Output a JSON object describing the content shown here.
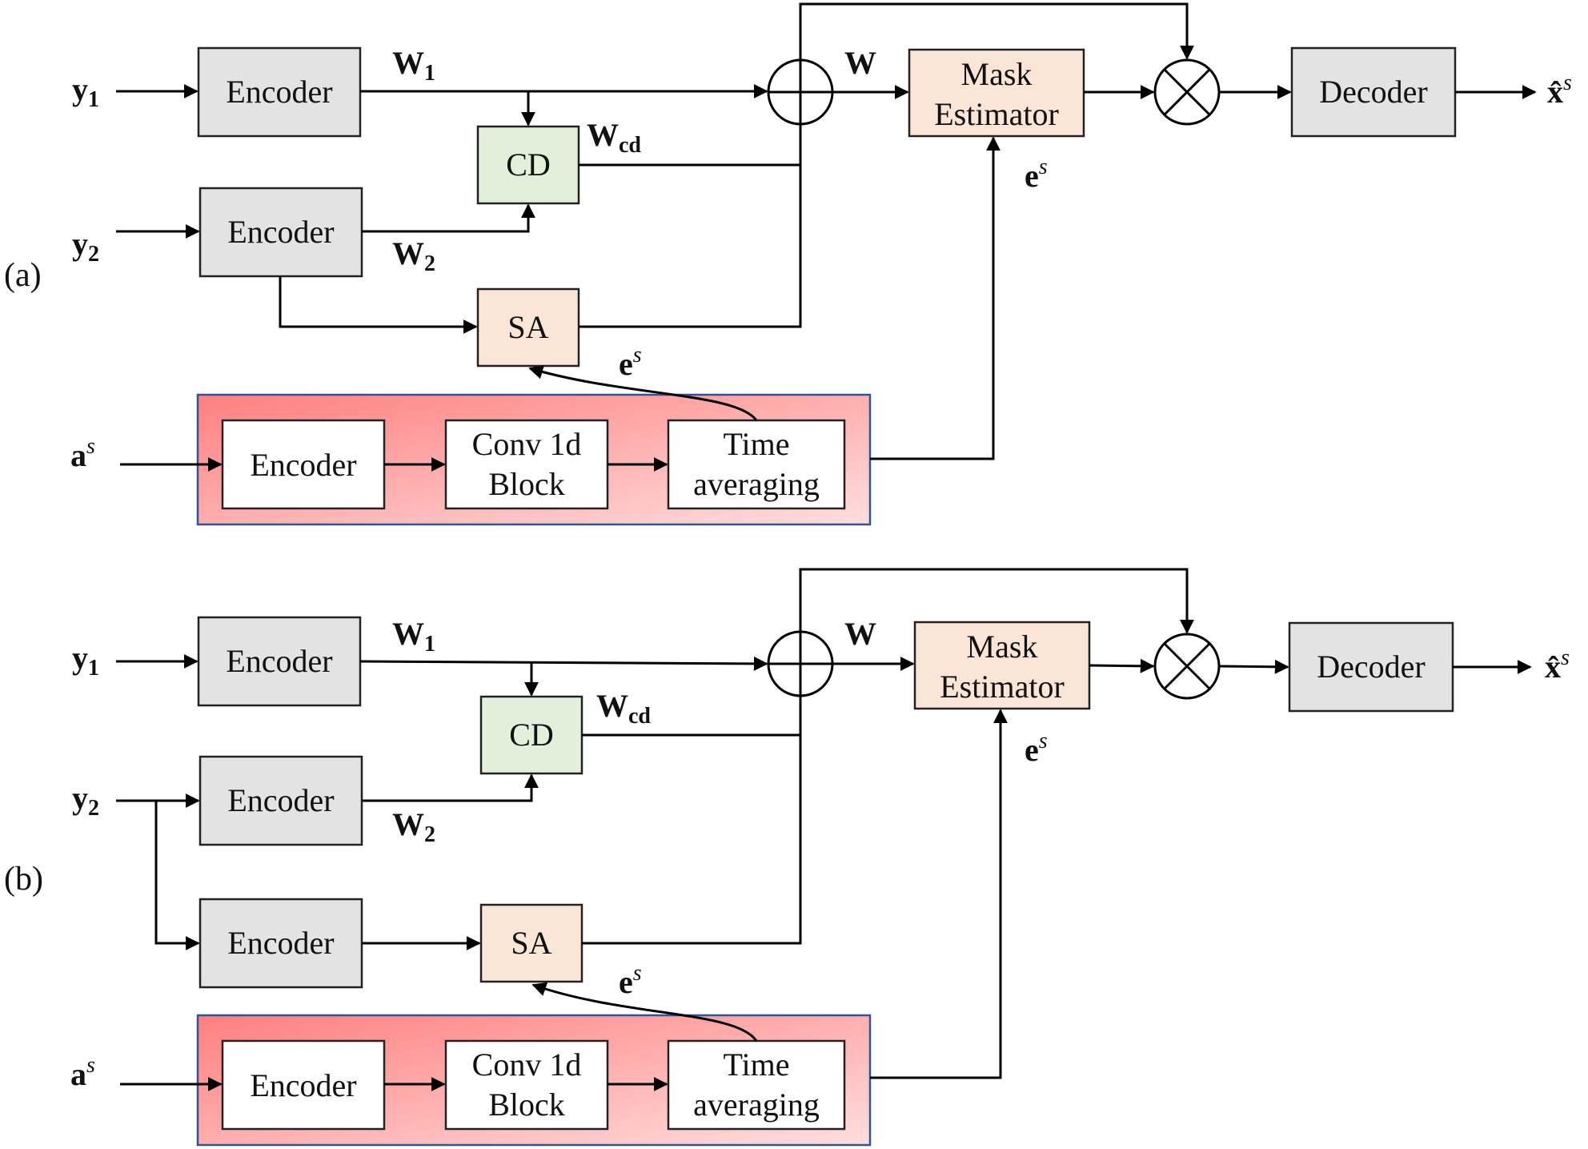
{
  "panels": [
    {
      "tag": "(a)",
      "blocks": {
        "enc1": "Encoder",
        "enc2": "Encoder",
        "cd": "CD",
        "sa": "SA",
        "mask_l1": "Mask",
        "mask_l2": "Estimator",
        "decoder": "Decoder",
        "aux_enc": "Encoder",
        "conv_l1": "Conv 1d",
        "conv_l2": "Block",
        "time_l1": "Time",
        "time_l2": "averaging"
      },
      "signals": {
        "y1": "y",
        "y1_sub": "1",
        "y2": "y",
        "y2_sub": "2",
        "a": "a",
        "a_sup": "s",
        "w1": "W",
        "w1_sub": "1",
        "w2": "W",
        "w2_sub": "2",
        "wcd": "W",
        "wcd_sub": "cd",
        "w": "W",
        "e_sa": "e",
        "e_sa_sup": "s",
        "e_mask": "e",
        "e_mask_sup": "s",
        "xhat": "x̂",
        "xhat_sup": "s"
      }
    },
    {
      "tag": "(b)",
      "blocks": {
        "enc1": "Encoder",
        "enc2": "Encoder",
        "enc3": "Encoder",
        "cd": "CD",
        "sa": "SA",
        "mask_l1": "Mask",
        "mask_l2": "Estimator",
        "decoder": "Decoder",
        "aux_enc": "Encoder",
        "conv_l1": "Conv 1d",
        "conv_l2": "Block",
        "time_l1": "Time",
        "time_l2": "averaging"
      },
      "signals": {
        "y1": "y",
        "y1_sub": "1",
        "y2": "y",
        "y2_sub": "2",
        "a": "a",
        "a_sup": "s",
        "w1": "W",
        "w1_sub": "1",
        "w2": "W",
        "w2_sub": "2",
        "wcd": "W",
        "wcd_sub": "cd",
        "w": "W",
        "e_sa": "e",
        "e_sa_sup": "s",
        "e_mask": "e",
        "e_mask_sup": "s",
        "xhat": "x̂",
        "xhat_sup": "s"
      }
    }
  ],
  "colors": {
    "encoder_fill": "#e3e3e3",
    "cd_fill": "#e2efda",
    "sa_fill": "#fbe5d6",
    "mask_fill": "#fbe5d6",
    "aux_panel_start": "#ff8080",
    "aux_panel_end": "#ffe0e0",
    "aux_panel_border": "#2e5597",
    "wire": "#000000"
  }
}
